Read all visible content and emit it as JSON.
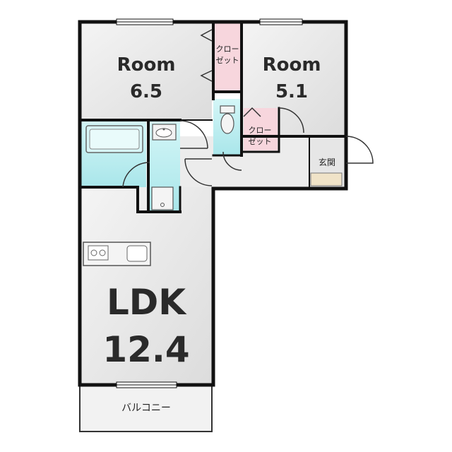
{
  "rooms": {
    "room_west": {
      "name": "Room",
      "size": "6.5"
    },
    "room_east": {
      "name": "Room",
      "size": "5.1"
    },
    "ldk": {
      "name": "LDK",
      "size": "12.4"
    }
  },
  "closets": {
    "closet_a": {
      "line1": "クロー",
      "line2": "ゼット"
    },
    "closet_b": {
      "line1": "クロー",
      "line2": "ゼット"
    }
  },
  "labels": {
    "entrance": "玄関",
    "balcony": "バルコニー"
  },
  "colors": {
    "wall": "#111111",
    "room_fill": "#e8e8e8",
    "wet_area": "#bfeef0",
    "closet_fill": "#f7d6dd",
    "balcony_fill": "#efefef"
  }
}
